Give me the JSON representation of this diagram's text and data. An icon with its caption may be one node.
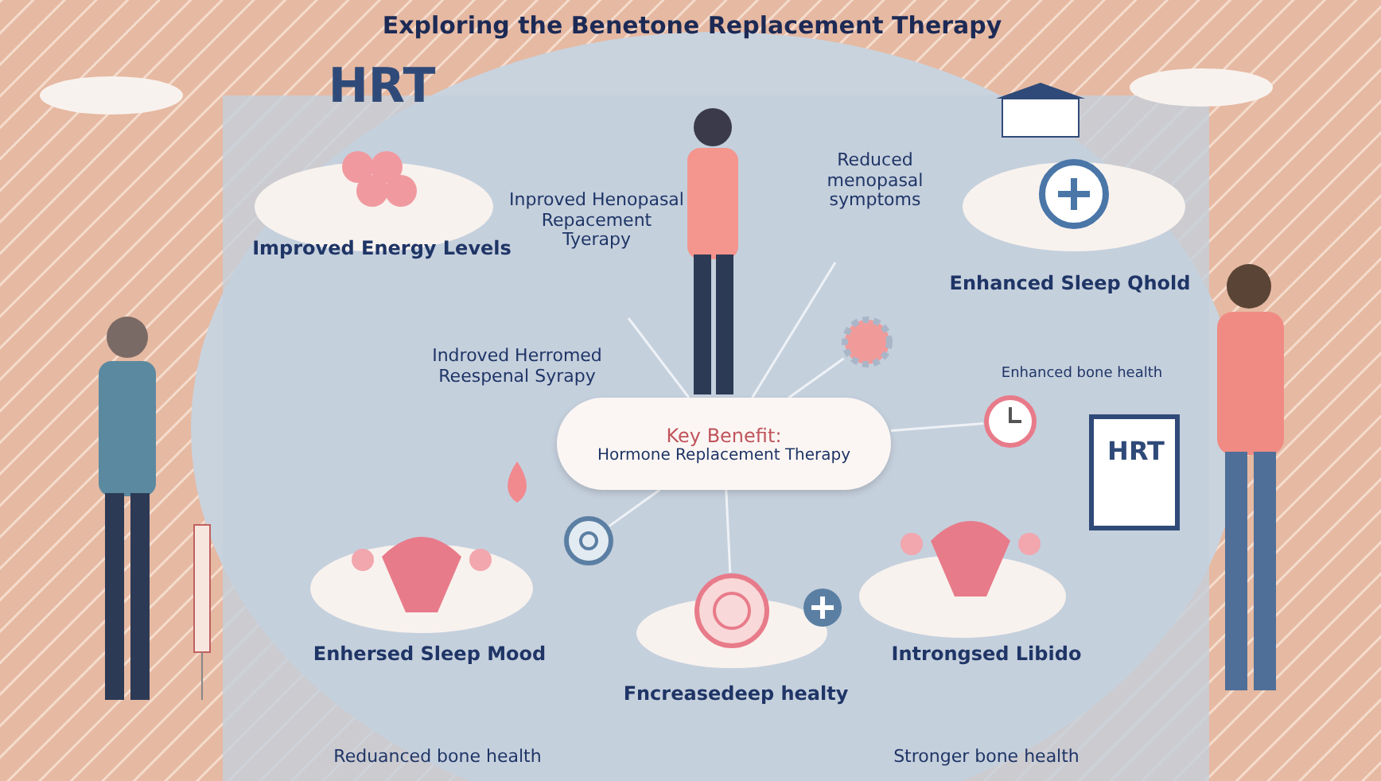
{
  "diagram": {
    "title": "Exploring the Benetone Replacement Therapy",
    "nodes": [
      {
        "text": [
          "Key Benefit:",
          "Hormone Replacement Therapy"
        ]
      },
      {
        "text": [],
        "shape": "circle"
      },
      {
        "text": [],
        "shape": "circle"
      },
      {
        "text": [],
        "shape": "circle"
      },
      {
        "text": [],
        "shape": "circle"
      }
    ],
    "edges": [
      {
        "from": 0,
        "to": null,
        "arrow": "none"
      },
      {
        "from": 0,
        "to": null,
        "arrow": "none"
      },
      {
        "from": 0,
        "to": 1,
        "arrow": "none"
      },
      {
        "from": 0,
        "to": 2,
        "arrow": "none"
      },
      {
        "from": 0,
        "to": 3,
        "arrow": "none"
      },
      {
        "from": 0,
        "to": 4,
        "arrow": "none"
      }
    ],
    "labels": [
      "HRT",
      "Improved Energy Levels",
      "Inproved Henopasal Repacement Tyerapy",
      "Reduced menopasal symptoms",
      "Enhanced Sleep Qhold",
      "Enhanced bone health",
      "Indroved Herromed Reespenal Syrapy",
      "Enhersed Sleep Mood",
      "Reduanced bone health",
      "Fncreasedeep healty",
      "Introngsed Libido",
      "Stronger bone health",
      "HRT"
    ]
  }
}
